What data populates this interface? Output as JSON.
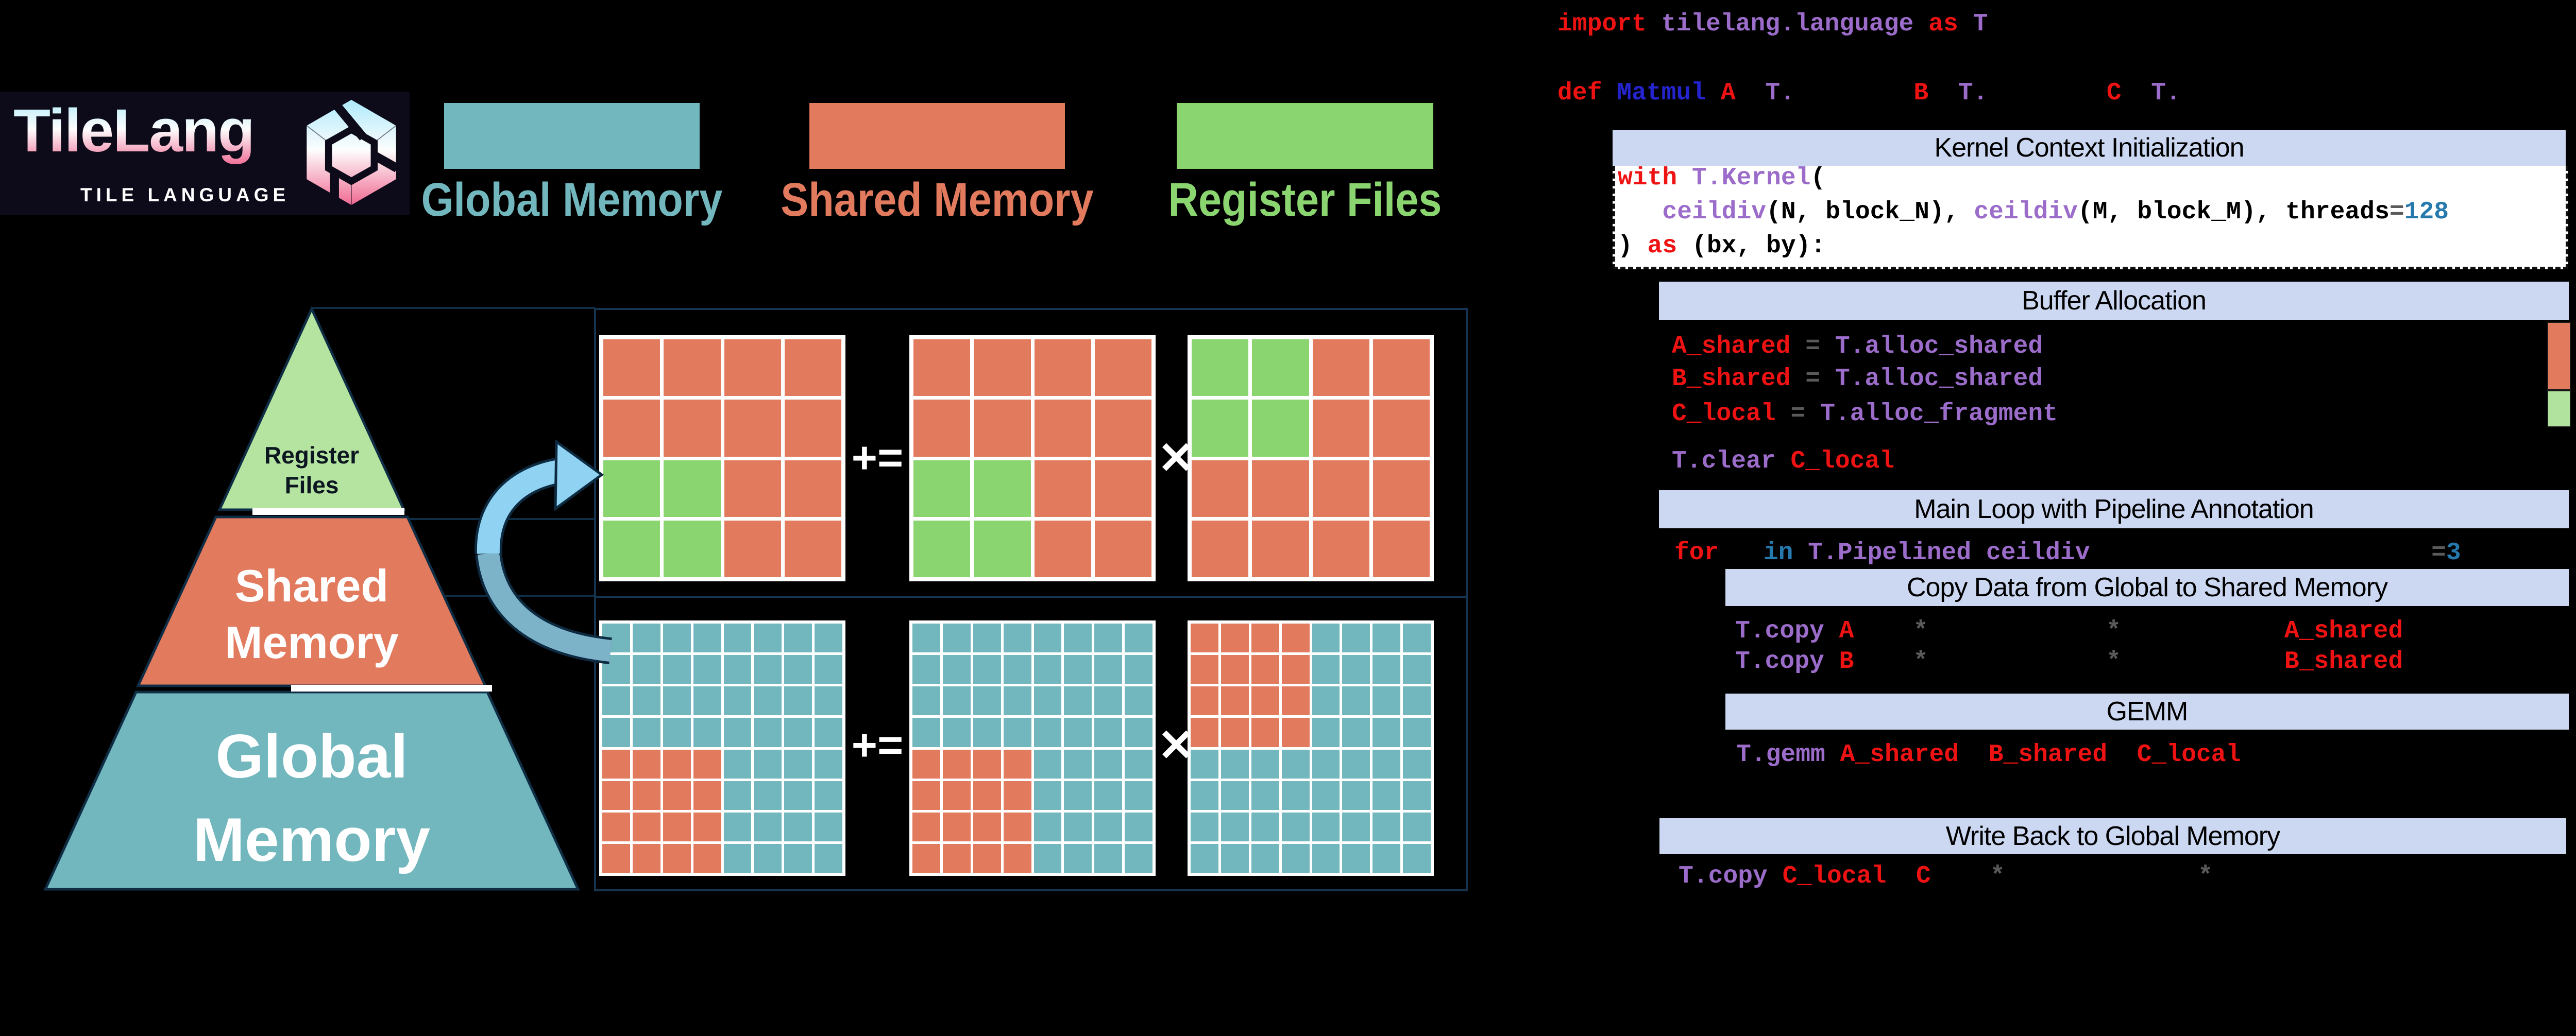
{
  "logo": {
    "title": "TileLang",
    "subtitle": "TILE LANGUAGE"
  },
  "legend": {
    "items": [
      {
        "label": "Global Memory",
        "color": "#72b7bd"
      },
      {
        "label": "Shared Memory",
        "color": "#e27a5e"
      },
      {
        "label": "Register Files",
        "color": "#8ad56f"
      }
    ]
  },
  "pyramid": {
    "levels": [
      {
        "label": "Register Files",
        "lines": [
          "Register",
          "Files"
        ],
        "color": "#b5e3a0",
        "text_color": "#0b1620"
      },
      {
        "label": "Shared Memory",
        "lines": [
          "Shared",
          "Memory"
        ],
        "color": "#e27a5e",
        "text_color": "#ffffff"
      },
      {
        "label": "Global Memory",
        "lines": [
          "Global",
          "Memory"
        ],
        "color": "#72b7bd",
        "text_color": "#ffffff"
      }
    ]
  },
  "diagram": {
    "cell_colors": {
      "S": "#e27a5e",
      "G": "#8ad56f",
      "T": "#72b7bd"
    },
    "top": {
      "operators": [
        "+=",
        "✕"
      ],
      "matrices": [
        {
          "rows": [
            "SSSS",
            "SSSS",
            "GGSS",
            "GGSS"
          ]
        },
        {
          "rows": [
            "SSSS",
            "SSSS",
            "GGSS",
            "GGSS"
          ]
        },
        {
          "rows": [
            "GGSS",
            "GGSS",
            "SSSS",
            "SSSS"
          ]
        }
      ]
    },
    "bottom": {
      "operators": [
        "+=",
        "✕"
      ],
      "matrices": [
        {
          "rows": [
            "TTTTTTTT",
            "TTTTTTTT",
            "TTTTTTTT",
            "TTTTTTTT",
            "SSSSTTTT",
            "SSSSTTTT",
            "SSSSTTTT",
            "SSSSTTTT"
          ]
        },
        {
          "rows": [
            "TTTTTTTT",
            "TTTTTTTT",
            "TTTTTTTT",
            "TTTTTTTT",
            "SSSSTTTT",
            "SSSSTTTT",
            "SSSSTTTT",
            "SSSSTTTT"
          ]
        },
        {
          "rows": [
            "SSSSTTTT",
            "SSSSTTTT",
            "SSSSTTTT",
            "SSSSTTTT",
            "TTTTTTTT",
            "TTTTTTTT",
            "TTTTTTTT",
            "TTTTTTTT"
          ]
        }
      ]
    }
  },
  "code": {
    "sections": [
      {
        "id": "kernel",
        "label": "Kernel Context Initialization"
      },
      {
        "id": "buffer",
        "label": "Buffer Allocation"
      },
      {
        "id": "mainloop",
        "label": "Main Loop with Pipeline Annotation"
      },
      {
        "id": "copy",
        "label": "Copy Data from Global to Shared Memory"
      },
      {
        "id": "gemm",
        "label": "GEMM"
      },
      {
        "id": "writeback",
        "label": "Write Back to Global Memory"
      }
    ],
    "lines": [
      {
        "id": "import",
        "tokens": [
          [
            "import",
            "red"
          ],
          [
            " ",
            "red"
          ],
          [
            "tilelang.language",
            "purple"
          ],
          [
            " ",
            "red"
          ],
          [
            "as",
            "red"
          ],
          [
            " ",
            "red"
          ],
          [
            "T",
            "purple"
          ]
        ]
      },
      {
        "id": "def",
        "tokens": [
          [
            "def",
            "red"
          ],
          [
            " ",
            "red"
          ],
          [
            "Matmul",
            "blue"
          ],
          [
            " ",
            "red"
          ],
          [
            "A",
            "red"
          ],
          [
            "  ",
            "red"
          ],
          [
            "T.",
            "purple"
          ],
          [
            "        ",
            "red"
          ],
          [
            "B",
            "red"
          ],
          [
            "  ",
            "red"
          ],
          [
            "T.",
            "purple"
          ],
          [
            "        ",
            "red"
          ],
          [
            "C",
            "red"
          ],
          [
            "  ",
            "red"
          ],
          [
            "T.",
            "purple"
          ]
        ]
      },
      {
        "id": "kwith",
        "tokens": [
          [
            "with",
            "red"
          ],
          [
            " ",
            "black"
          ],
          [
            "T.Kernel",
            "purple"
          ],
          [
            "(",
            "black"
          ]
        ]
      },
      {
        "id": "kargs",
        "tokens": [
          [
            "   ",
            "black"
          ],
          [
            "ceildiv",
            "purple"
          ],
          [
            "(N, block_N)",
            "black"
          ],
          [
            ", ",
            "black"
          ],
          [
            "ceildiv",
            "purple"
          ],
          [
            "(M, block_M)",
            "black"
          ],
          [
            ", ",
            "black"
          ],
          [
            "threads",
            "black"
          ],
          [
            "=",
            "gray"
          ],
          [
            "128",
            "steel"
          ]
        ]
      },
      {
        "id": "kclose",
        "tokens": [
          [
            ")",
            "black"
          ],
          [
            " ",
            "black"
          ],
          [
            "as",
            "red"
          ],
          [
            " (bx, by):",
            "black"
          ]
        ]
      },
      {
        "id": "ba",
        "tokens": [
          [
            "A_shared",
            "red"
          ],
          [
            " ",
            "gray"
          ],
          [
            "=",
            "gray"
          ],
          [
            " ",
            "gray"
          ],
          [
            "T.alloc_shared",
            "purple"
          ]
        ]
      },
      {
        "id": "bb",
        "tokens": [
          [
            "B_shared",
            "red"
          ],
          [
            " ",
            "gray"
          ],
          [
            "=",
            "gray"
          ],
          [
            " ",
            "gray"
          ],
          [
            "T.alloc_shared",
            "purple"
          ]
        ]
      },
      {
        "id": "bc",
        "tokens": [
          [
            "C_local",
            "red"
          ],
          [
            " ",
            "gray"
          ],
          [
            "=",
            "gray"
          ],
          [
            " ",
            "gray"
          ],
          [
            "T.alloc_fragment",
            "purple"
          ]
        ]
      },
      {
        "id": "bclear",
        "tokens": [
          [
            "T.clear",
            "purple"
          ],
          [
            " ",
            "red"
          ],
          [
            "C_local",
            "red"
          ]
        ]
      },
      {
        "id": "forline",
        "tokens": [
          [
            "for",
            "red"
          ],
          [
            "   ",
            "gray"
          ],
          [
            "in",
            "steel"
          ],
          [
            " ",
            "gray"
          ],
          [
            "T.Pipelined",
            "purple"
          ],
          [
            " ",
            "gray"
          ],
          [
            "ceildiv",
            "purple"
          ],
          [
            "                       ",
            "gray"
          ],
          [
            "=",
            "gray"
          ],
          [
            "3",
            "steel"
          ]
        ]
      },
      {
        "id": "copyA",
        "tokens": [
          [
            "T.copy",
            "purple"
          ],
          [
            " ",
            "red"
          ],
          [
            "A",
            "red"
          ],
          [
            "    ",
            "gray"
          ],
          [
            "*",
            "gray"
          ],
          [
            "            ",
            "gray"
          ],
          [
            "*",
            "gray"
          ],
          [
            "           ",
            "gray"
          ],
          [
            "A_shared",
            "red"
          ]
        ]
      },
      {
        "id": "copyB",
        "tokens": [
          [
            "T.copy",
            "purple"
          ],
          [
            " ",
            "red"
          ],
          [
            "B",
            "red"
          ],
          [
            "    ",
            "gray"
          ],
          [
            "*",
            "gray"
          ],
          [
            "            ",
            "gray"
          ],
          [
            "*",
            "gray"
          ],
          [
            "           ",
            "gray"
          ],
          [
            "B_shared",
            "red"
          ]
        ]
      },
      {
        "id": "gemmline",
        "tokens": [
          [
            "T.gemm",
            "purple"
          ],
          [
            " ",
            "red"
          ],
          [
            "A_shared",
            "red"
          ],
          [
            "  ",
            "red"
          ],
          [
            "B_shared",
            "red"
          ],
          [
            "  ",
            "red"
          ],
          [
            "C_local",
            "red"
          ]
        ]
      },
      {
        "id": "wb",
        "tokens": [
          [
            "T.copy",
            "purple"
          ],
          [
            " ",
            "red"
          ],
          [
            "C_local",
            "red"
          ],
          [
            "  ",
            "red"
          ],
          [
            "C",
            "red"
          ],
          [
            "    ",
            "gray"
          ],
          [
            "*",
            "gray"
          ],
          [
            "             ",
            "gray"
          ],
          [
            "*",
            "gray"
          ]
        ]
      }
    ],
    "buffer_bars": [
      {
        "name": "shared-buffers",
        "color": "#e27a5e"
      },
      {
        "name": "register-buffers",
        "color": "#b2e39e"
      }
    ],
    "header_bg": "#ccd8f2"
  }
}
